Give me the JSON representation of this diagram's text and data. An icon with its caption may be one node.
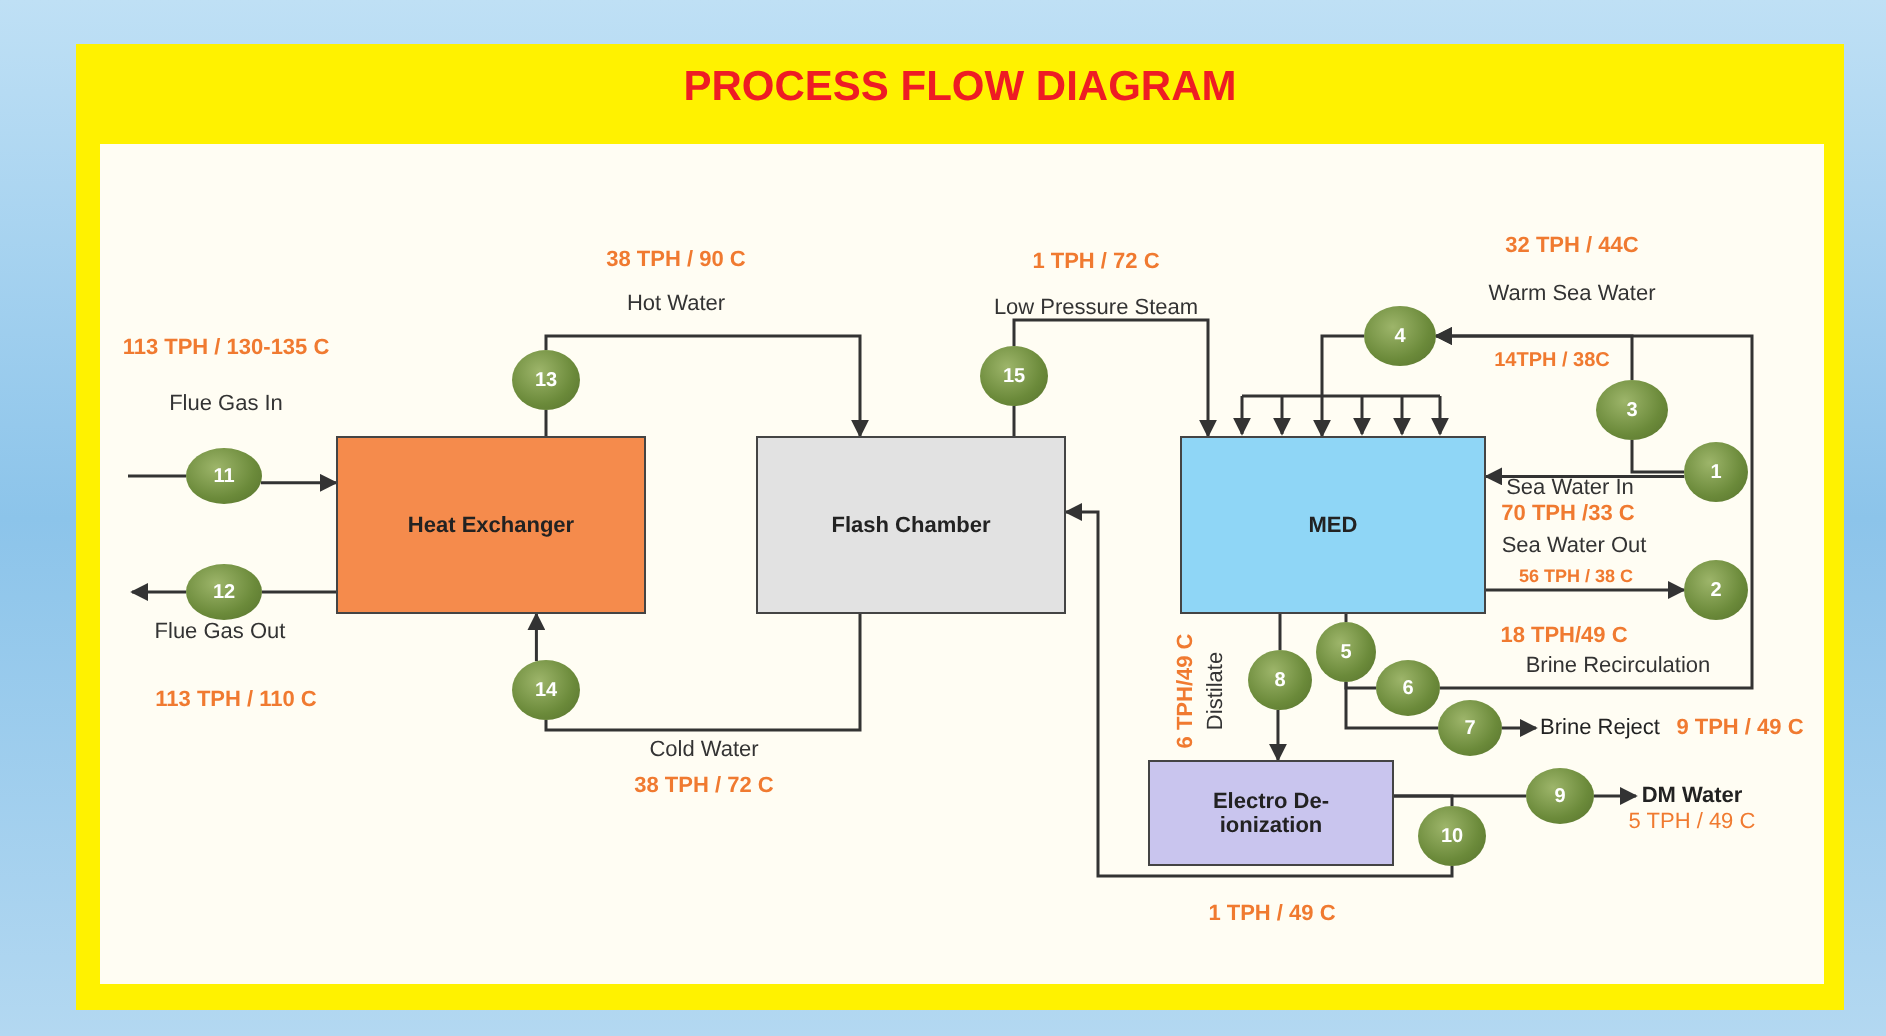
{
  "diagram": {
    "title": "PROCESS FLOW DIAGRAM",
    "nodes": [
      {
        "text": [
          "Heat Exchanger"
        ]
      },
      {
        "text": [
          "Flash Chamber"
        ]
      },
      {
        "text": [
          "MED"
        ]
      },
      {
        "text": [
          "Electro De-ionization"
        ]
      },
      {
        "text": [
          "1"
        ]
      },
      {
        "text": [
          "2"
        ]
      },
      {
        "text": [
          "3"
        ]
      },
      {
        "text": [
          "4"
        ]
      },
      {
        "text": [
          "5"
        ]
      },
      {
        "text": [
          "6"
        ]
      },
      {
        "text": [
          "7"
        ]
      },
      {
        "text": [
          "8"
        ]
      },
      {
        "text": [
          "9"
        ]
      },
      {
        "text": [
          "10"
        ]
      },
      {
        "text": [
          "11"
        ]
      },
      {
        "text": [
          "12"
        ]
      },
      {
        "text": [
          "13"
        ]
      },
      {
        "text": [
          "14"
        ]
      },
      {
        "text": [
          "15"
        ]
      },
      {
        "text": [
          "Brine Reject"
        ]
      },
      {
        "text": [
          "DM Water"
        ]
      }
    ],
    "edges": [
      {
        "from": null,
        "to": 14,
        "arrow": "none"
      },
      {
        "from": 14,
        "to": 0,
        "arrow": "to"
      },
      {
        "from": 0,
        "to": 15,
        "arrow": "none"
      },
      {
        "from": 15,
        "to": null,
        "arrow": "to"
      },
      {
        "from": 0,
        "to": 16,
        "arrow": "none"
      },
      {
        "from": 16,
        "to": 1,
        "arrow": "to"
      },
      {
        "from": 1,
        "to": 17,
        "arrow": "none"
      },
      {
        "from": 17,
        "to": 0,
        "arrow": "to"
      },
      {
        "from": 1,
        "to": 18,
        "arrow": "none"
      },
      {
        "from": 18,
        "to": 2,
        "arrow": "to"
      },
      {
        "from": 4,
        "to": 2,
        "arrow": "to"
      },
      {
        "from": 4,
        "to": 6,
        "arrow": "none"
      },
      {
        "from": 6,
        "to": 7,
        "arrow": "to"
      },
      {
        "from": 7,
        "to": 2,
        "arrow": "to"
      },
      {
        "from": 2,
        "to": 5,
        "arrow": "to"
      },
      {
        "from": 2,
        "to": 8,
        "arrow": "none"
      },
      {
        "from": 8,
        "to": 9,
        "arrow": "none"
      },
      {
        "from": 9,
        "to": 7,
        "arrow": "to"
      },
      {
        "from": 8,
        "to": 10,
        "arrow": "none"
      },
      {
        "from": 10,
        "to": 19,
        "arrow": "to"
      },
      {
        "from": 2,
        "to": 11,
        "arrow": "none"
      },
      {
        "from": 11,
        "to": 3,
        "arrow": "to"
      },
      {
        "from": 3,
        "to": 12,
        "arrow": "none"
      },
      {
        "from": 12,
        "to": 20,
        "arrow": "to"
      },
      {
        "from": 3,
        "to": 13,
        "arrow": "none"
      },
      {
        "from": 13,
        "to": 1,
        "arrow": "to"
      }
    ],
    "labels": [
      "38 TPH / 90 C",
      "1 TPH / 72 C",
      "32 TPH / 44C",
      "Hot Water",
      "Low Pressure Steam",
      "Warm Sea Water",
      "113 TPH / 130-135 C",
      "14TPH / 38C",
      "Flue Gas In",
      "Sea Water In",
      "70 TPH /33 C",
      "Sea Water Out",
      "56 TPH / 38 C",
      "Flue Gas Out",
      "18 TPH/49 C",
      "Brine Recirculation",
      "113 TPH / 110 C",
      "6 TPH/49 C",
      "Distilate",
      "9 TPH / 49 C",
      "Cold Water",
      "38 TPH / 72 C",
      "5 TPH / 49 C",
      "1 TPH / 49 C"
    ]
  }
}
